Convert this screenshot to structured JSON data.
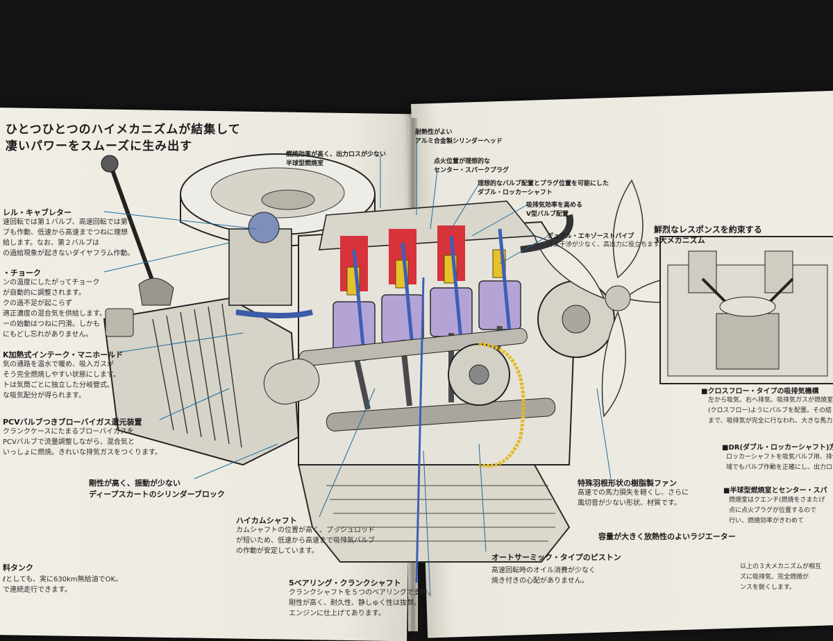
{
  "left_page": {
    "headline": [
      "ひとつひとつのハイメカニズムが結集して",
      "凄いパワーをスムーズに生み出す"
    ],
    "carb": {
      "label": "レル・キャブレター",
      "body": "速回転では第１バルブ、高速回転では第２\nブも作動、低速から高速までつねに理想\n給します。なお、第２バルブは\nの過給現象が起きないダイヤフラム作動。"
    },
    "choke": {
      "label": "・チョーク",
      "body": "ンの温度にしたがってチョーク\nが自動的に調整されます。\nクの過不足が起こらず\n適正濃度の混合気を供給します。\nーの始動はつねに円滑。しかも\nにもどし忘れがありません。"
    },
    "intake": {
      "label": "K加熱式インテーク・マニホールド",
      "body": "気の通路を温水で暖め、吸入ガスが\nそう完全燃焼しやすい状態にします。\nトは気筒ごとに独立した分岐管式。\nな吸気配分が得られます。"
    },
    "pcv": {
      "label": "PCVバルブつきブローバイガス還元装置",
      "body": "クランクケースにたまるブローバイガスを\nPCVバルブで流量調整しながら、混合気と\nいっしょに燃焼。きれいな排気ガスをつくります。"
    },
    "block": {
      "label": "剛性が高く、振動が少ない",
      "label2": "ディープスカートのシリンダーブロック"
    },
    "cam": {
      "label": "ハイカムシャフト",
      "body": "カムシャフトの位置が高く、プッシュロッド\nが短いため、低速から高速まで吸排気バルブ\nの作動が安定しています。"
    },
    "tank": {
      "label": "料タンク",
      "body": "ℓとしても、実に630km無給油でOK。\nで連続走行できます。"
    },
    "crank": {
      "label": "5ベアリング・クランクシャフト",
      "body": "クランクシャフトを５つのベアリングで支持。\n剛性が高く、耐久性、静しゅく性は抜群。\nエンジンに仕上げてあります。"
    }
  },
  "center": {
    "chamber": {
      "label": "燃焼効率が高く、出力ロスが少ない",
      "label2": "半球型燃焼室"
    },
    "head": {
      "label": "耐熱性がよい",
      "label2": "アルミ合金製シリンダーヘッド"
    },
    "plug": {
      "label": "点火位置が理想的な",
      "label2": "センター・スパークプラグ"
    },
    "rocker": {
      "label": "理想的なバルブ配置とプラグ位置を可能にした",
      "label2": "ダブル・ロッカーシャフト"
    },
    "valve": {
      "label": "吸排気効率を高める",
      "label2": "V型バルブ配置"
    },
    "exhaust": {
      "label": "デュアル・エキゾーストパイプ",
      "body": "排気干渉が少なく、高出力に役立ちます。"
    },
    "fan": {
      "label": "特殊羽根形状の樹脂製ファン",
      "body": "高速での馬力損失を軽くし、さらに\n風切音が少ない形状、材質です。"
    },
    "radiator": {
      "label": "容量が大きく放熱性のよいラジエーター"
    },
    "piston": {
      "label": "オートサーミック・タイプのピストン",
      "body": "高速回転時のオイル消費が少なく\n焼き付きの心配がありません。"
    }
  },
  "right_page": {
    "inset_title": [
      "鮮烈なレスポンスを約束する",
      "3大メカニズム"
    ],
    "crossflow": {
      "label": "■クロスフロー・タイプの吸排気機構",
      "body": "左から吸気、右へ排気、吸排気ガスが燃焼室を\n(クロスフロー)ようにバルブを配置。その結\nまで、吸排気が完全に行なわれ、大きな馬力"
    },
    "dr": {
      "label": "■DR(ダブル・ロッカーシャフト)方",
      "body": "ロッカーシャフトを吸気バルブ用、排気\n域でもバルブ作動を正確にし、出力ロ"
    },
    "hemi": {
      "label": "■半球型燃焼室とセンター・スパ",
      "body": "燃焼室はクエンチ(燃焼をさまたげ\n点に点火プラグが位置するので\n行い、燃焼効率がきわめて"
    },
    "summary": {
      "body": "以上の３大メカニズムが相互\nズに吸排気、完全燃焼が\nンスを鋭くします。"
    }
  }
}
